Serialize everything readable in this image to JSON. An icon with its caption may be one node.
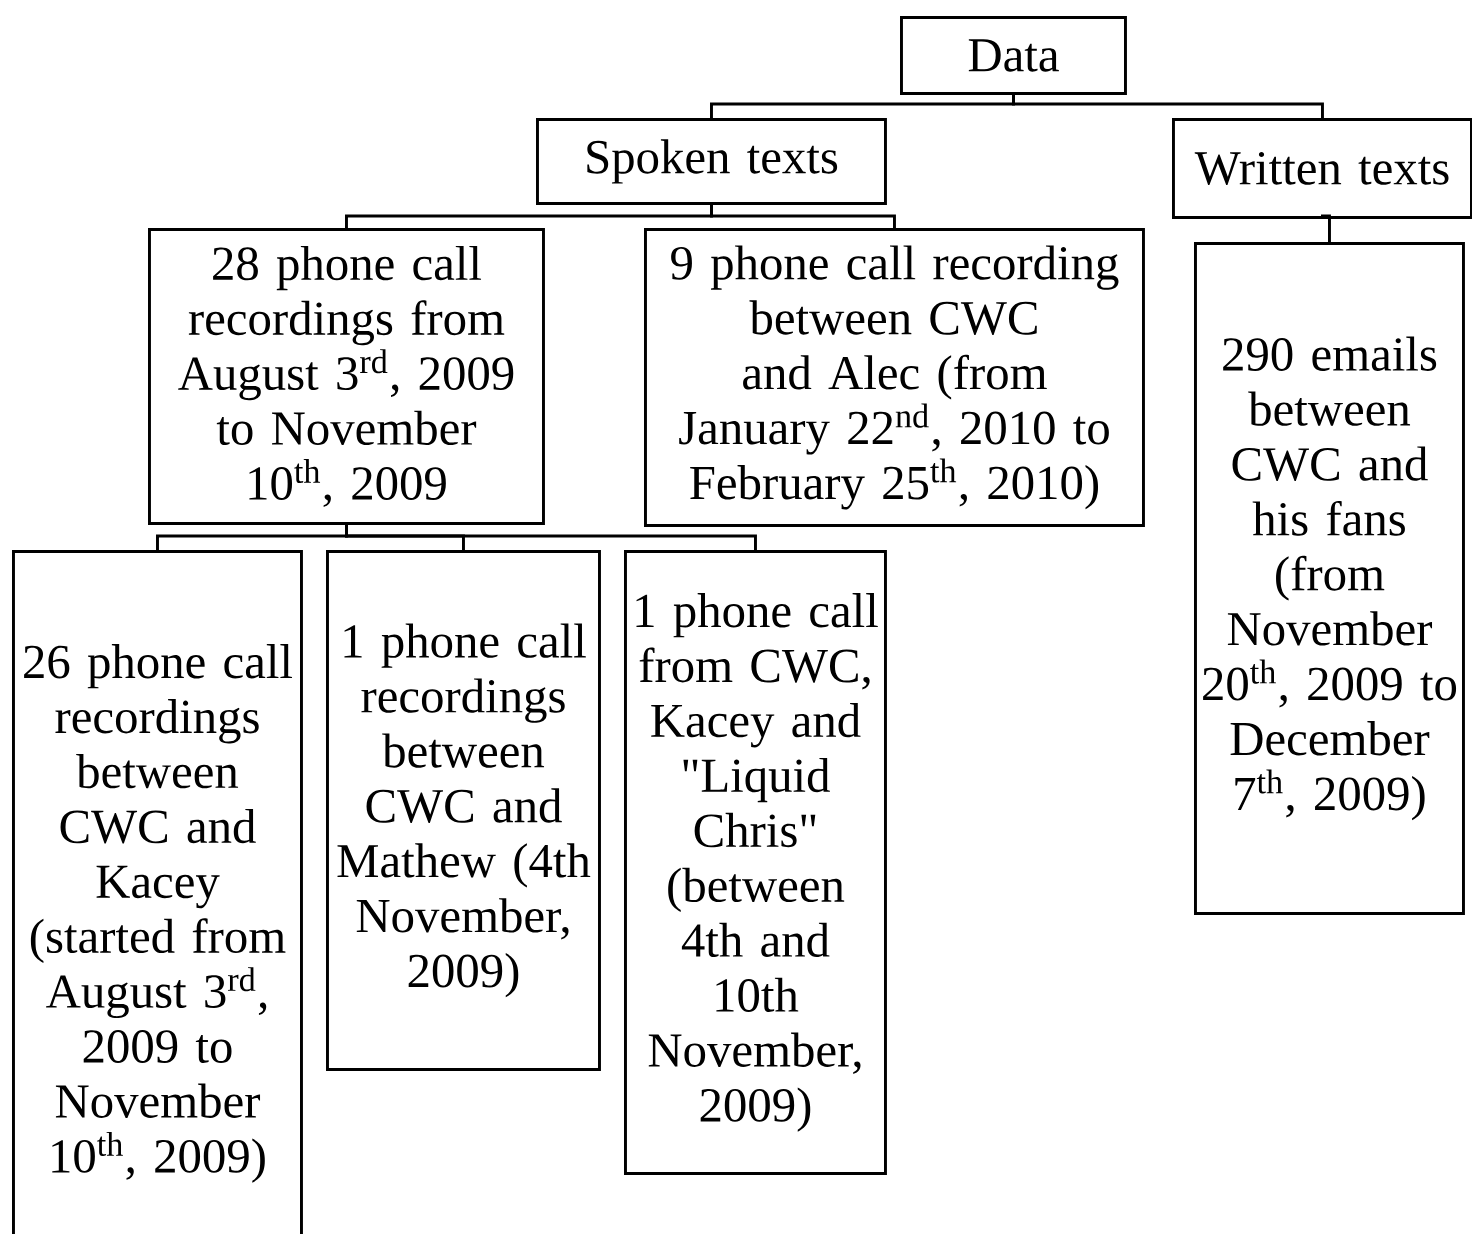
{
  "diagram": {
    "nodes": [
      {
        "text": [
          "Data"
        ]
      },
      {
        "text": [
          "Spoken texts"
        ]
      },
      {
        "text": [
          "Written texts"
        ]
      },
      {
        "text": [
          "28 phone call recordings from August 3$^{rd}$, 2009 to November 10$^{th}$, 2009"
        ]
      },
      {
        "text": [
          "9 phone call recording between CWC and Alec (from January 22$^{nd}$, 2010 to February 25$^{th}$, 2010)"
        ]
      },
      {
        "text": [
          "290 emails between CWC and his fans (from November 20$^{th}$, 2009 to December 7$^{th}$, 2009)"
        ]
      },
      {
        "text": [
          "26 phone call recordings between CWC and Kacey (started from August 3$^{rd}$, 2009 to November 10$^{th}$, 2009)"
        ]
      },
      {
        "text": [
          "1 phone call recordings between CWC and Mathew (4th November, 2009)"
        ]
      },
      {
        "text": [
          "1 phone call from CWC, Kacey and \"Liquid Chris\" (between 4th and 10th November, 2009)"
        ]
      }
    ],
    "edges": [
      {
        "from": 0,
        "to": 1,
        "arrow": "none"
      },
      {
        "from": 0,
        "to": 2,
        "arrow": "none"
      },
      {
        "from": 1,
        "to": 3,
        "arrow": "none"
      },
      {
        "from": 1,
        "to": 4,
        "arrow": "none"
      },
      {
        "from": 2,
        "to": 5,
        "arrow": "none"
      },
      {
        "from": 3,
        "to": 6,
        "arrow": "none"
      },
      {
        "from": 3,
        "to": 7,
        "arrow": "none"
      },
      {
        "from": 3,
        "to": 8,
        "arrow": "none"
      }
    ]
  }
}
